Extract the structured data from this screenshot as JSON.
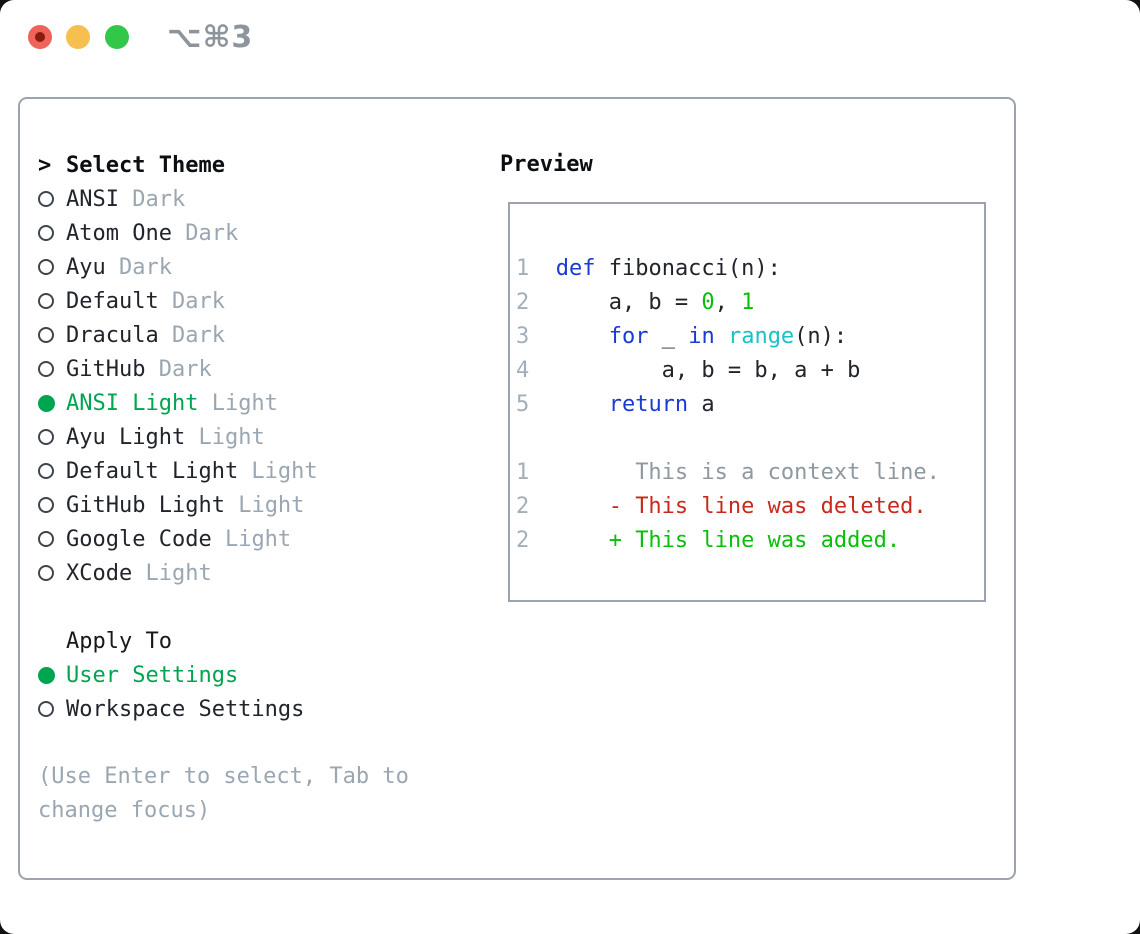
{
  "window": {
    "shortcut_label": "⌥⌘3"
  },
  "theme_panel": {
    "title_marker": ">",
    "title": "Select Theme",
    "themes": [
      {
        "name": "ANSI",
        "variant": "Dark",
        "selected": false
      },
      {
        "name": "Atom One",
        "variant": "Dark",
        "selected": false
      },
      {
        "name": "Ayu",
        "variant": "Dark",
        "selected": false
      },
      {
        "name": "Default",
        "variant": "Dark",
        "selected": false
      },
      {
        "name": "Dracula",
        "variant": "Dark",
        "selected": false
      },
      {
        "name": "GitHub",
        "variant": "Dark",
        "selected": false
      },
      {
        "name": "ANSI Light",
        "variant": "Light",
        "selected": true
      },
      {
        "name": "Ayu Light",
        "variant": "Light",
        "selected": false
      },
      {
        "name": "Default Light",
        "variant": "Light",
        "selected": false
      },
      {
        "name": "GitHub Light",
        "variant": "Light",
        "selected": false
      },
      {
        "name": "Google Code",
        "variant": "Light",
        "selected": false
      },
      {
        "name": "XCode",
        "variant": "Light",
        "selected": false
      }
    ],
    "apply_to": {
      "title": "Apply To",
      "options": [
        {
          "label": "User Settings",
          "selected": true
        },
        {
          "label": "Workspace Settings",
          "selected": false
        }
      ]
    },
    "hint": "(Use Enter to select, Tab to change focus)"
  },
  "preview": {
    "title": "Preview",
    "code_lines": [
      {
        "num": "1",
        "tokens": [
          {
            "text": "def",
            "type": "keyword"
          },
          {
            "text": " fibonacci(n):",
            "type": "plain"
          }
        ]
      },
      {
        "num": "2",
        "tokens": [
          {
            "text": "    a, b = ",
            "type": "plain"
          },
          {
            "text": "0",
            "type": "number"
          },
          {
            "text": ", ",
            "type": "plain"
          },
          {
            "text": "1",
            "type": "number"
          }
        ]
      },
      {
        "num": "3",
        "tokens": [
          {
            "text": "    ",
            "type": "plain"
          },
          {
            "text": "for",
            "type": "keyword"
          },
          {
            "text": " _ ",
            "type": "plain"
          },
          {
            "text": "in",
            "type": "keyword"
          },
          {
            "text": " ",
            "type": "plain"
          },
          {
            "text": "range",
            "type": "builtin"
          },
          {
            "text": "(n):",
            "type": "plain"
          }
        ]
      },
      {
        "num": "4",
        "tokens": [
          {
            "text": "        a, b = b, a + b",
            "type": "plain"
          }
        ]
      },
      {
        "num": "5",
        "tokens": [
          {
            "text": "    ",
            "type": "plain"
          },
          {
            "text": "return",
            "type": "keyword"
          },
          {
            "text": " a",
            "type": "plain"
          }
        ]
      }
    ],
    "diff_lines": [
      {
        "num": "1",
        "tokens": [
          {
            "text": "      This is a context line.",
            "type": "context"
          }
        ]
      },
      {
        "num": "2",
        "tokens": [
          {
            "text": "    - This line was deleted.",
            "type": "deleted"
          }
        ]
      },
      {
        "num": "2",
        "tokens": [
          {
            "text": "    + This line was added.",
            "type": "added"
          }
        ]
      }
    ]
  },
  "colors": {
    "selection_green": "#00a550",
    "keyword_blue": "#1a3ad1",
    "builtin_cyan": "#17c3c3",
    "number_green": "#0abf0a",
    "added_green": "#0abf0a",
    "deleted_red": "#c9291c",
    "context_gray": "#8e98a1",
    "dim_gray": "#9aa7b2",
    "gutter_gray": "#a3aebb",
    "text_dark": "#21252b",
    "border_gray": "#9aa3ae"
  }
}
